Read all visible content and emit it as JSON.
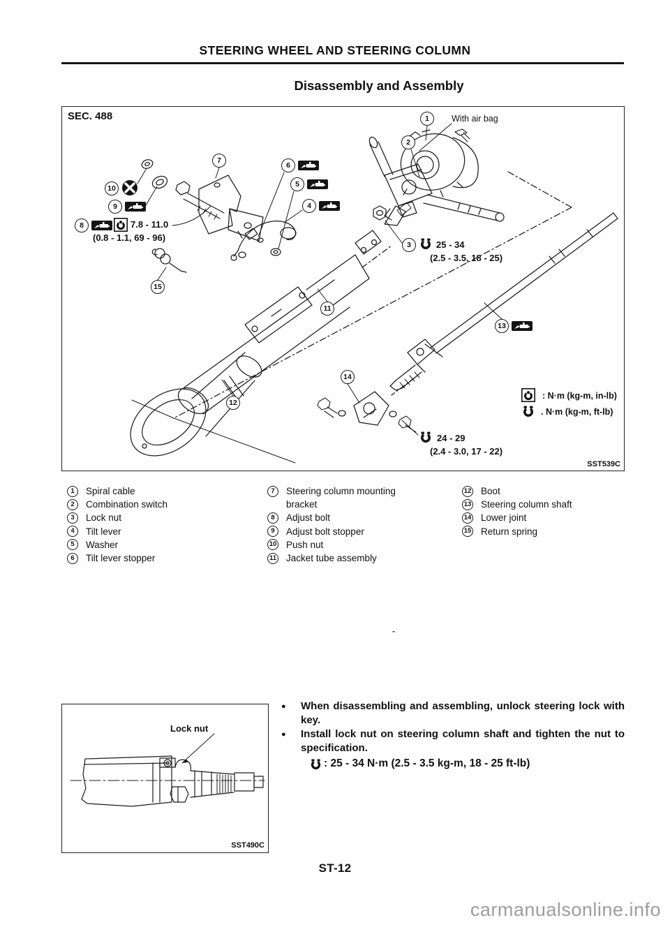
{
  "header": {
    "title": "STEERING WHEEL AND STEERING COLUMN",
    "subtitle": "Disassembly and Assembly"
  },
  "figure": {
    "sec_label": "SEC. 488",
    "figure_code": "SST539C",
    "air_bag_note": "With air bag",
    "callouts": [
      "1",
      "2",
      "3",
      "4",
      "5",
      "6",
      "7",
      "8",
      "9",
      "10",
      "11",
      "12",
      "13",
      "14",
      "15"
    ],
    "torque": {
      "adjust_bolt": {
        "metric": "7.8 - 11.0",
        "alt": "(0.8 - 1.1, 69 - 96)"
      },
      "lock_nut": {
        "metric": "25 - 34",
        "alt": "(2.5 - 3.5, 18 - 25)"
      },
      "lower_joint": {
        "metric": "24 - 29",
        "alt": "(2.4 - 3.0, 17 - 22)"
      }
    },
    "legend": {
      "in_lb": ": N·m (kg-m, in-lb)",
      "ft_lb": ". N·m (kg-m, ft-lb)"
    }
  },
  "parts": {
    "col1": [
      {
        "num": "1",
        "label": "Spiral cable"
      },
      {
        "num": "2",
        "label": "Combination switch"
      },
      {
        "num": "3",
        "label": "Lock nut"
      },
      {
        "num": "4",
        "label": "Tilt lever"
      },
      {
        "num": "5",
        "label": "Washer"
      },
      {
        "num": "6",
        "label": "Tilt lever stopper"
      }
    ],
    "col2": [
      {
        "num": "7",
        "label": "Steering column mounting bracket"
      },
      {
        "num": "8",
        "label": "Adjust bolt"
      },
      {
        "num": "9",
        "label": "Adjust bolt stopper"
      },
      {
        "num": "10",
        "label": "Push nut"
      },
      {
        "num": "11",
        "label": "Jacket tube assembly"
      }
    ],
    "col3": [
      {
        "num": "12",
        "label": "Boot"
      },
      {
        "num": "13",
        "label": "Steering column shaft"
      },
      {
        "num": "14",
        "label": "Lower joint"
      },
      {
        "num": "15",
        "label": "Return spring"
      }
    ]
  },
  "inset": {
    "label": "Lock nut",
    "figure_code": "SST490C"
  },
  "notes": {
    "bullet1": "When disassembling and assembling, unlock steering lock with key.",
    "bullet2": "Install lock nut on steering column shaft and tighten the nut to specification.",
    "torque_spec": ": 25 - 34 N·m (2.5 - 3.5 kg-m, 18 - 25 ft-lb)"
  },
  "footer": {
    "page_number": "ST-12",
    "watermark": "carmanualsonline.info"
  },
  "stray_mark": "-",
  "colors": {
    "ink": "#1a1a1a",
    "paper": "#fefefe",
    "watermark_gray": "#9e9e9e"
  }
}
